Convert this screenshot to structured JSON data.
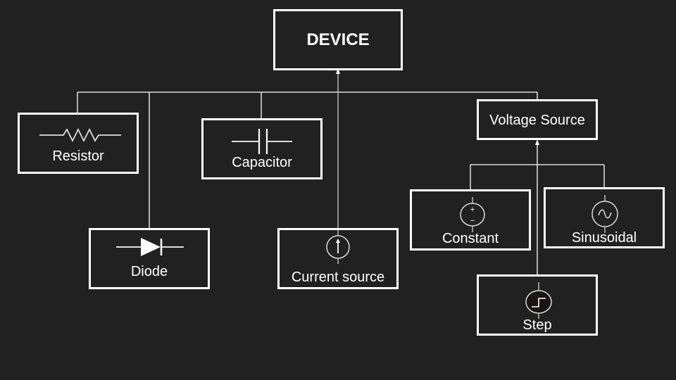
{
  "diagram": {
    "root": {
      "label": "DEVICE"
    },
    "children": [
      {
        "id": "resistor",
        "label": "Resistor",
        "icon": "resistor-icon"
      },
      {
        "id": "diode",
        "label": "Diode",
        "icon": "diode-icon"
      },
      {
        "id": "capacitor",
        "label": "Capacitor",
        "icon": "capacitor-icon"
      },
      {
        "id": "current-source",
        "label": "Current source",
        "icon": "current-source-icon"
      },
      {
        "id": "voltage-source",
        "label": "Voltage Source",
        "icon": null
      }
    ],
    "voltage_source_children": [
      {
        "id": "constant",
        "label": "Constant",
        "icon": "dc-voltage-source-icon"
      },
      {
        "id": "sinusoidal",
        "label": "Sinusoidal",
        "icon": "ac-voltage-source-icon"
      },
      {
        "id": "step",
        "label": "Step",
        "icon": "step-voltage-source-icon"
      }
    ],
    "symbols": {
      "plus": "+",
      "minus": "−"
    }
  }
}
